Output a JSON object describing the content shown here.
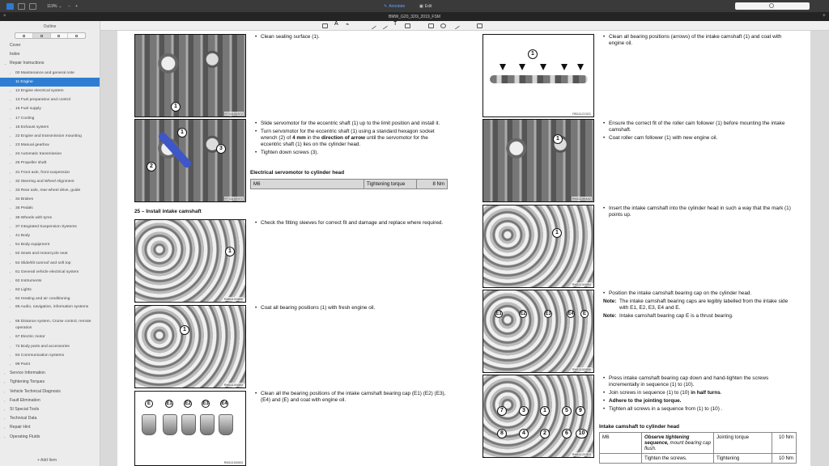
{
  "toolbar": {
    "zoom": "119%",
    "annotate": "Annotate",
    "edit": "Edit",
    "document_title": "BMW_G20_320i_2019_FSM"
  },
  "sidebar": {
    "title": "Outline",
    "items": [
      {
        "label": "Cover",
        "level": "root"
      },
      {
        "label": "Index",
        "level": "root"
      },
      {
        "label": "Repair Instructions",
        "level": "root",
        "expanded": true
      },
      {
        "label": "00 Maintenance and general note",
        "level": "child"
      },
      {
        "label": "11 Engine",
        "level": "child",
        "selected": true
      },
      {
        "label": "12 Engine electrical system",
        "level": "child"
      },
      {
        "label": "13 Fuel preparation and control",
        "level": "child"
      },
      {
        "label": "16 Fuel supply",
        "level": "child"
      },
      {
        "label": "17 Cooling",
        "level": "child"
      },
      {
        "label": "18 Exhaust system",
        "level": "child"
      },
      {
        "label": "22 Engine and transmission mounting",
        "level": "child"
      },
      {
        "label": "23 Manual gearbox",
        "level": "child"
      },
      {
        "label": "24 Automatic transmission",
        "level": "child"
      },
      {
        "label": "26 Propeller shaft",
        "level": "child"
      },
      {
        "label": "31 Front axle, front suspension",
        "level": "child"
      },
      {
        "label": "32 Steering and Wheel Alignment",
        "level": "child"
      },
      {
        "label": "33 Rear axle, rear-wheel drive, guide",
        "level": "child"
      },
      {
        "label": "34 Brakes",
        "level": "child"
      },
      {
        "label": "35 Pedals",
        "level": "child"
      },
      {
        "label": "36 Wheels with tyres",
        "level": "child"
      },
      {
        "label": "37 Integrated Suspension Systems",
        "level": "child"
      },
      {
        "label": "41 Body",
        "level": "child"
      },
      {
        "label": "51 Body equipment",
        "level": "child"
      },
      {
        "label": "52 Seats and motorcycle seat",
        "level": "child"
      },
      {
        "label": "54 Slide/tilt sunroof and soft top",
        "level": "child"
      },
      {
        "label": "61 General vehicle electrical system",
        "level": "child"
      },
      {
        "label": "62 Instruments",
        "level": "child"
      },
      {
        "label": "63 Lights",
        "level": "child"
      },
      {
        "label": "64 Heating and air conditioning",
        "level": "child"
      },
      {
        "label": "65 Audio, navigation, information systems",
        "level": "child",
        "two_line": true
      },
      {
        "label": "66 Distance system, Cruise control, remote operation",
        "level": "child",
        "two_line": true
      },
      {
        "label": "67 Electric motor",
        "level": "child"
      },
      {
        "label": "72 Body parts and accessories",
        "level": "child"
      },
      {
        "label": "84 Communication systems",
        "level": "child"
      },
      {
        "label": "99 Paint",
        "level": "child"
      },
      {
        "label": "Service Information",
        "level": "root"
      },
      {
        "label": "Tightening Torques",
        "level": "root"
      },
      {
        "label": "Vehicle Technical Diagnosis",
        "level": "root"
      },
      {
        "label": "Fault Elimination",
        "level": "root"
      },
      {
        "label": "SI Special Tools",
        "level": "root"
      },
      {
        "label": "Technical Data",
        "level": "root"
      },
      {
        "label": "Repair Hint",
        "level": "root"
      },
      {
        "label": "Operating Fluids",
        "level": "root"
      }
    ],
    "add_item": "Add Item"
  },
  "document": {
    "left_steps": {
      "clean_surface": "Clean sealing surface (1).",
      "servo_1": "Slide servomotor for the eccentric shaft (1) up to the limit position and install it.",
      "servo_2_start": "Turn servomotor for the eccentric shaft (1) using a standard hexagon socket wrench (2) of ",
      "servo_2_bold_1": "4 mm",
      "servo_2_mid": " in the ",
      "servo_2_bold_2": "direction of arrow",
      "servo_2_end": " until the servomotor for the eccentric shaft (1) lies on the cylinder head.",
      "servo_3": "Tighten down screws (3).",
      "servo_heading": "Electrical servomotor to cylinder head",
      "servo_table": {
        "size": "M6",
        "type": "Tightening torque",
        "value": "8 Nm"
      },
      "install_heading": "25 – Install intake camshaft",
      "sleeves": "Check the fitting sleeves for correct fit and damage and replace where required.",
      "coat_positions": "Coat all bearing positions (1) with fresh engine oil.",
      "clean_caps": "Clean all the bearing positions of the intake camshaft bearing cap (E1) (E2) (E3), (E4) and (E) and coat with engine oil."
    },
    "right_steps": {
      "clean_bearing": "Clean all bearing positions (arrows) of the intake camshaft (1) and coat with engine oil.",
      "roller_fit": "Ensure the correct fit of the roller cam follower (1) before mounting the intake camshaft.",
      "roller_coat": "Coat roller cam follower (1) with new engine oil.",
      "insert_camshaft": "Insert the intake camshaft into the cylinder head in such a way that the mark (1) points up.",
      "position_caps": "Position the intake camshaft bearing cap on the cylinder head.",
      "note_label": "Note:",
      "note_1": "The intake camshaft bearing caps are legibly labelled from the intake side with E1, E2, E3, E4 and E.",
      "note_2": "Intake camshaft bearing cap E is a thrust bearing.",
      "press_cap": "Press intake camshaft bearing cap down and hand-tighten the screws incrementally in sequence (1) to (10).",
      "join_start": "Join screws in sequence (1) to (10) ",
      "join_bold": "in half turns",
      "join_end": ".",
      "adhere": "Adhere to the jointing torque.",
      "tighten_start": "Tighten all screws in a sequence from (1) to (10) ",
      "tighten_end": ".",
      "cap_heading": "Intake camshaft to cylinder head",
      "cap_table": {
        "size": "M6",
        "observe_bold": "Observe tightening sequence,",
        "observe_rest": " mount bearing cap flush.",
        "joint_type": "Jointing torque",
        "joint_value": "10 Nm",
        "tighten_screws": "Tighten the screws.",
        "tight_type": "Tightening",
        "tight_value": "10 Nm"
      }
    },
    "image_codes": [
      "RT11100372",
      "RT11100372",
      "RM11100655",
      "RM11100653",
      "RM11100653",
      "RB11121321",
      "RM11100442",
      "RM11100654",
      "RM11100656",
      "RM11120303"
    ],
    "callouts": [
      "1",
      "2",
      "3",
      "E",
      "E1",
      "E2",
      "E3",
      "E4",
      "4",
      "5",
      "6",
      "7",
      "8",
      "9",
      "10"
    ]
  }
}
